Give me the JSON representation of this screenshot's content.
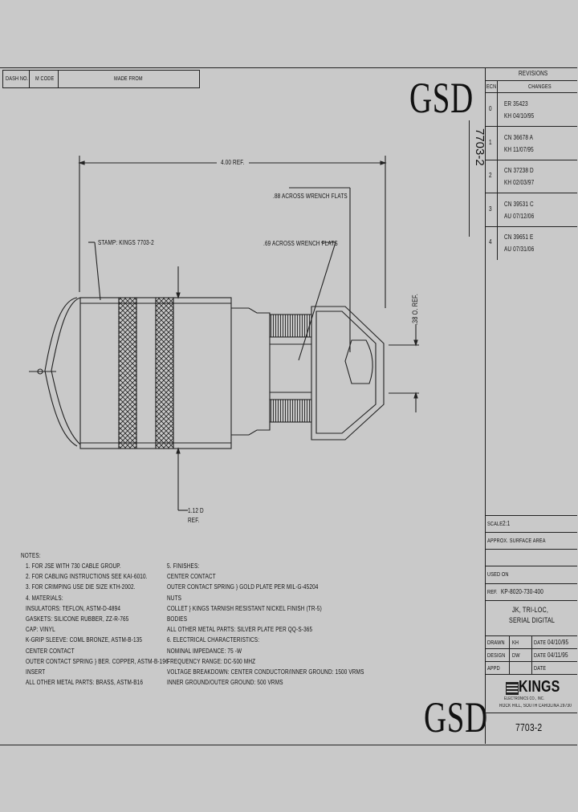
{
  "header": {
    "dash_label": "DASH NO.",
    "code_label": "M CODE",
    "made_from_label": "MADE FROM"
  },
  "logo_text": "GSD",
  "drawing_number": "7703-2",
  "revisions": {
    "title": "REVISIONS",
    "col_ecn": "ECN",
    "col_changes": "CHANGES",
    "rows": [
      {
        "num": "0",
        "line1": "ER  35423",
        "line2": "KH  04/10/95"
      },
      {
        "num": "1",
        "line1": "CN  36678  A",
        "line2": "KH  11/07/95"
      },
      {
        "num": "2",
        "line1": "CN  37238  D",
        "line2": "KH  02/03/97"
      },
      {
        "num": "3",
        "line1": "CN  39531  C",
        "line2": "AU  07/12/06"
      },
      {
        "num": "4",
        "line1": "CN  39651  E",
        "line2": "AU  07/31/06"
      }
    ]
  },
  "dimensions": {
    "overall": "4.00 REF.",
    "flats_88": ".88 ACROSS WRENCH FLATS",
    "flats_69": ".69 ACROSS WRENCH FLATS",
    "stamp": "STAMP: KINGS 7703-2",
    "od_ref": ".38 O. REF.",
    "dia_112": "1.12 D",
    "ref": "REF."
  },
  "notes_title": "NOTES:",
  "notes_left": [
    "1.  FOR JSE WITH 730 CABLE GROUP.",
    "2.  FOR CABLING INSTRUCTIONS SEE KAI-6010.",
    "3.  FOR CRIMPING USE DIE SIZE KTH-2002.",
    "4.  MATERIALS:",
    "      INSULATORS: TEFLON, ASTM-D-4894",
    "      GASKETS: SILICONE RUBBER, ZZ-R-765",
    "      CAP: VINYL",
    "      K-GRIP SLEEVE: COML BRONZE, ASTM-B-135",
    "      CENTER CONTACT",
    "      OUTER CONTACT SPRING } BER. COPPER, ASTM-B-196",
    "      INSERT",
    "      ALL OTHER METAL PARTS: BRASS, ASTM-B16"
  ],
  "notes_right": [
    "5.  FINISHES:",
    "      CENTER CONTACT",
    "      OUTER CONTACT SPRING } GOLD PLATE PER MIL-G-45204",
    "      NUTS",
    "      COLLET } KINGS TARNISH RESISTANT NICKEL FINISH (TR-5)",
    "      BODIES",
    "      ALL OTHER METAL PARTS: SILVER PLATE PER QQ-S-365",
    "6.  ELECTRICAL CHARACTERISTICS:",
    "      NOMINAL IMPEDANCE: 75 -W",
    "      FREQUENCY RANGE: DC-500 MHZ",
    "      VOLTAGE BREAKDOWN: CENTER CONDUCTOR/INNER GROUND: 1500 VRMS",
    "                               INNER GROUND/OUTER GROUND: 500 VRMS"
  ],
  "title_block": {
    "scale_label": "SCALE",
    "scale_value": "2:1",
    "surface_label": "APPROX. SURFACE AREA",
    "used_on_label": "USED ON",
    "ref_label": "REF.",
    "ref_value": "KP-8020-730-400",
    "title_lines": [
      "JK, TRI-LOC,",
      "SERIAL DIGITAL"
    ],
    "drawn_label": "DRAWN",
    "drawn_by": "KH",
    "drawn_date": "04/10/95",
    "design_label": "DESIGN",
    "design_by": "DW",
    "design_date": "04/11/95",
    "appd_label": "APPD",
    "date_label": "DATE",
    "company": "KINGS",
    "company_sub": "ELECTRONICS CO., INC.",
    "company_addr": "ROCK HILL, SOUTH CAROLINA 29730"
  }
}
